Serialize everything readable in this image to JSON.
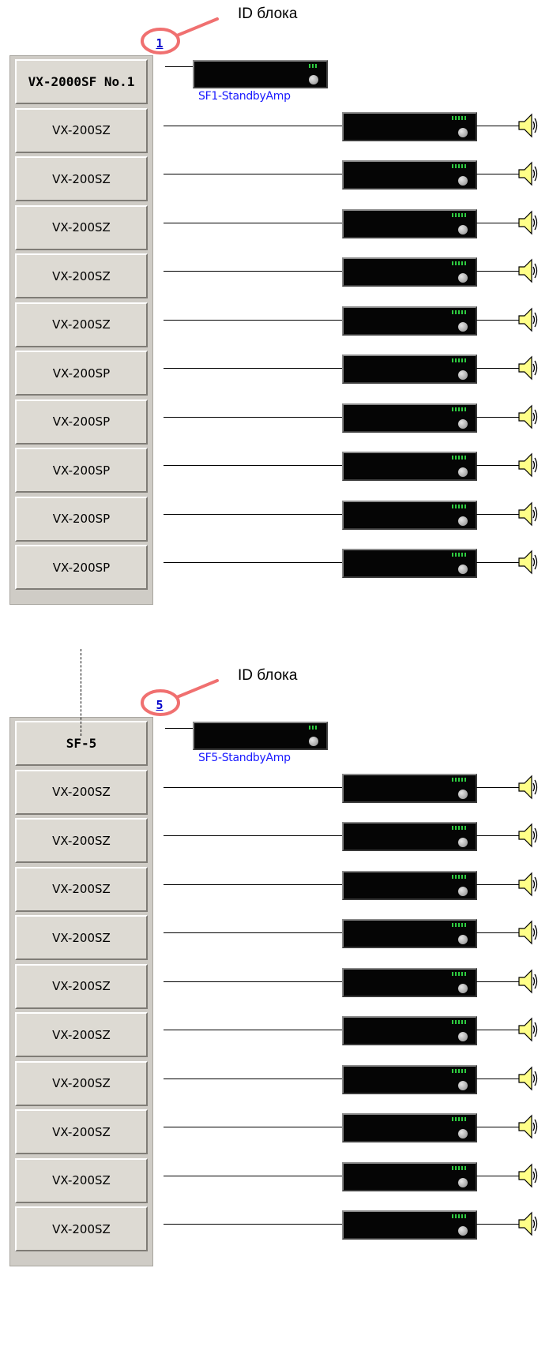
{
  "blocks": [
    {
      "callout": "ID блока",
      "block_id": "1",
      "header": "VX-2000SF No.1",
      "standby_label": "SF1-StandbyAmp",
      "modules": [
        "VX-200SZ",
        "VX-200SZ",
        "VX-200SZ",
        "VX-200SZ",
        "VX-200SZ",
        "VX-200SP",
        "VX-200SP",
        "VX-200SP",
        "VX-200SP",
        "VX-200SP"
      ]
    },
    {
      "callout": "ID блока",
      "block_id": "5",
      "header": "SF-5",
      "standby_label": "SF5-StandbyAmp",
      "modules": [
        "VX-200SZ",
        "VX-200SZ",
        "VX-200SZ",
        "VX-200SZ",
        "VX-200SZ",
        "VX-200SZ",
        "VX-200SZ",
        "VX-200SZ",
        "VX-200SZ",
        "VX-200SZ"
      ]
    }
  ],
  "colors": {
    "callout_ring": "#f07070",
    "block_id": "#0000cc",
    "standby_label": "#1a1aff",
    "led": "#2ecc40",
    "speaker": "#ffff88"
  },
  "icons": [
    "amplifier-icon",
    "speaker-icon"
  ]
}
